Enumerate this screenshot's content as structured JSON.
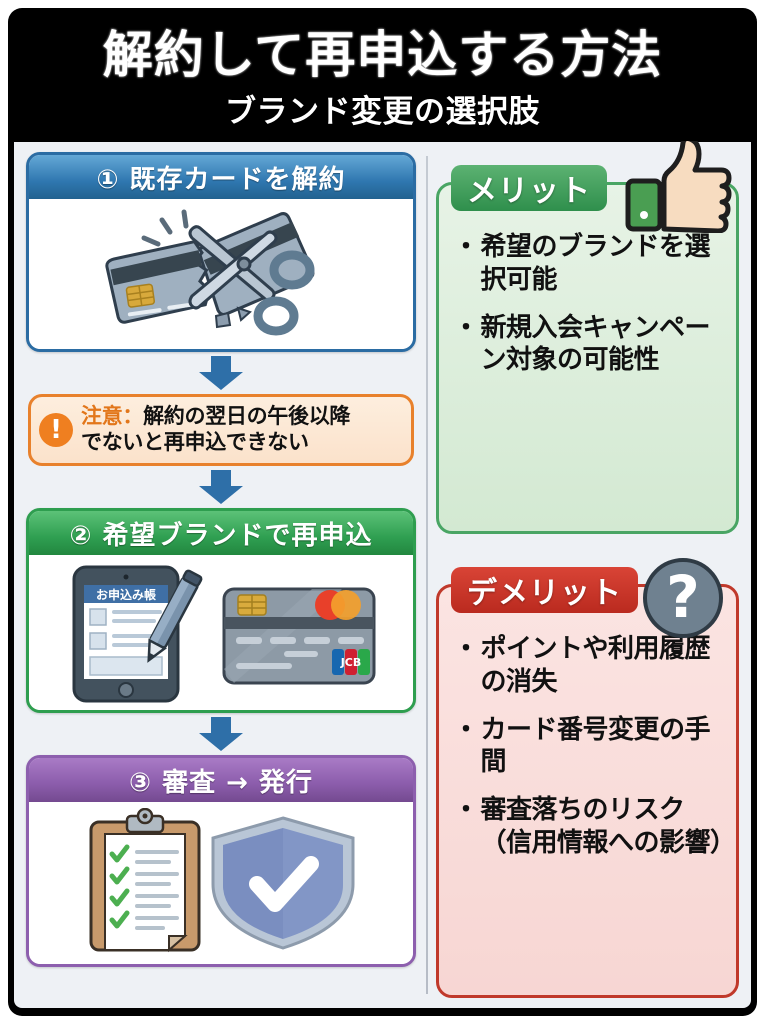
{
  "header": {
    "title": "解約して再申込する方法",
    "subtitle": "ブランド変更の選択肢"
  },
  "steps": [
    {
      "id": "step-1",
      "label": "① 既存カードを解約",
      "accent": "#2e75ad",
      "illustration": "cut-card-with-scissors"
    },
    {
      "id": "step-2",
      "label": "② 希望ブランドで再申込",
      "accent": "#2f9f51",
      "illustration": "tablet-application-form-and-credit-card",
      "tablet_form_title": "お申込み帳"
    },
    {
      "id": "step-3",
      "label": "③ 審査 → 発行",
      "accent": "#8b5cab",
      "illustration": "clipboard-checklist-and-shield"
    }
  ],
  "warning": {
    "icon": "!",
    "lead": "注意：",
    "line1": "解約の翌日の午後以降",
    "line2": "でないと再申込できない",
    "accent": "#e8812c"
  },
  "merit": {
    "label": "メリット",
    "icon": "thumbs-up-icon",
    "accent": "#2f8f4c",
    "bullets": [
      "希望のブランドを選択可能",
      "新規入会キャンペーン対象の可能性"
    ]
  },
  "demerit": {
    "label": "デメリット",
    "icon": "question-mark-icon",
    "accent": "#ba2a1f",
    "bullets": [
      "ポイントや利用履歴の消失",
      "カード番号変更の手間",
      "審査落ちのリスク（信用情報への影響）"
    ]
  },
  "bullet_marker": "・"
}
